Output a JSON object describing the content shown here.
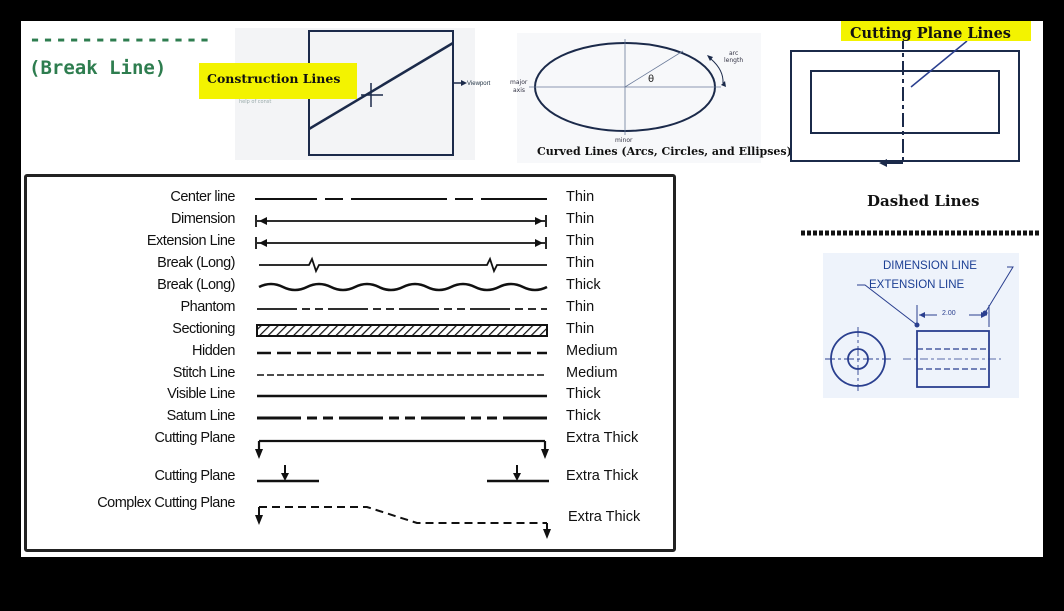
{
  "break_line": {
    "dash_text": "--------------",
    "label": "(Break Line)"
  },
  "construction": {
    "label": "Construction Lines",
    "help_text": "help of const",
    "viewport_label": "Viewport"
  },
  "curved": {
    "major_axis": [
      "major",
      "axis"
    ],
    "minor": "minor",
    "arc_length": [
      "arc",
      "length"
    ],
    "theta": "θ",
    "label": "Curved Lines (Arcs, Circles, and Ellipses)"
  },
  "cutting_plane_title": "Cutting Plane Lines",
  "dashed_title": "Dashed Lines",
  "dimension": {
    "dimension_line": "DIMENSION LINE",
    "extension_line": "EXTENSION LINE",
    "measure": "2.00"
  },
  "line_types": [
    {
      "name": "Center line",
      "weight": "Thin"
    },
    {
      "name": "Dimension",
      "weight": "Thin"
    },
    {
      "name": "Extension Line",
      "weight": "Thin"
    },
    {
      "name": "Break (Long)",
      "weight": "Thin"
    },
    {
      "name": "Break (Long)",
      "weight": "Thick"
    },
    {
      "name": "Phantom",
      "weight": "Thin"
    },
    {
      "name": "Sectioning",
      "weight": "Thin"
    },
    {
      "name": "Hidden",
      "weight": "Medium"
    },
    {
      "name": "Stitch Line",
      "weight": "Medium"
    },
    {
      "name": "Visible Line",
      "weight": "Thick"
    },
    {
      "name": "Satum Line",
      "weight": "Thick"
    },
    {
      "name": "Cutting Plane",
      "weight": "Extra Thick"
    },
    {
      "name": "Cutting Plane",
      "weight": "Extra Thick"
    },
    {
      "name": "Complex Cutting Plane",
      "weight": "Extra Thick"
    }
  ]
}
